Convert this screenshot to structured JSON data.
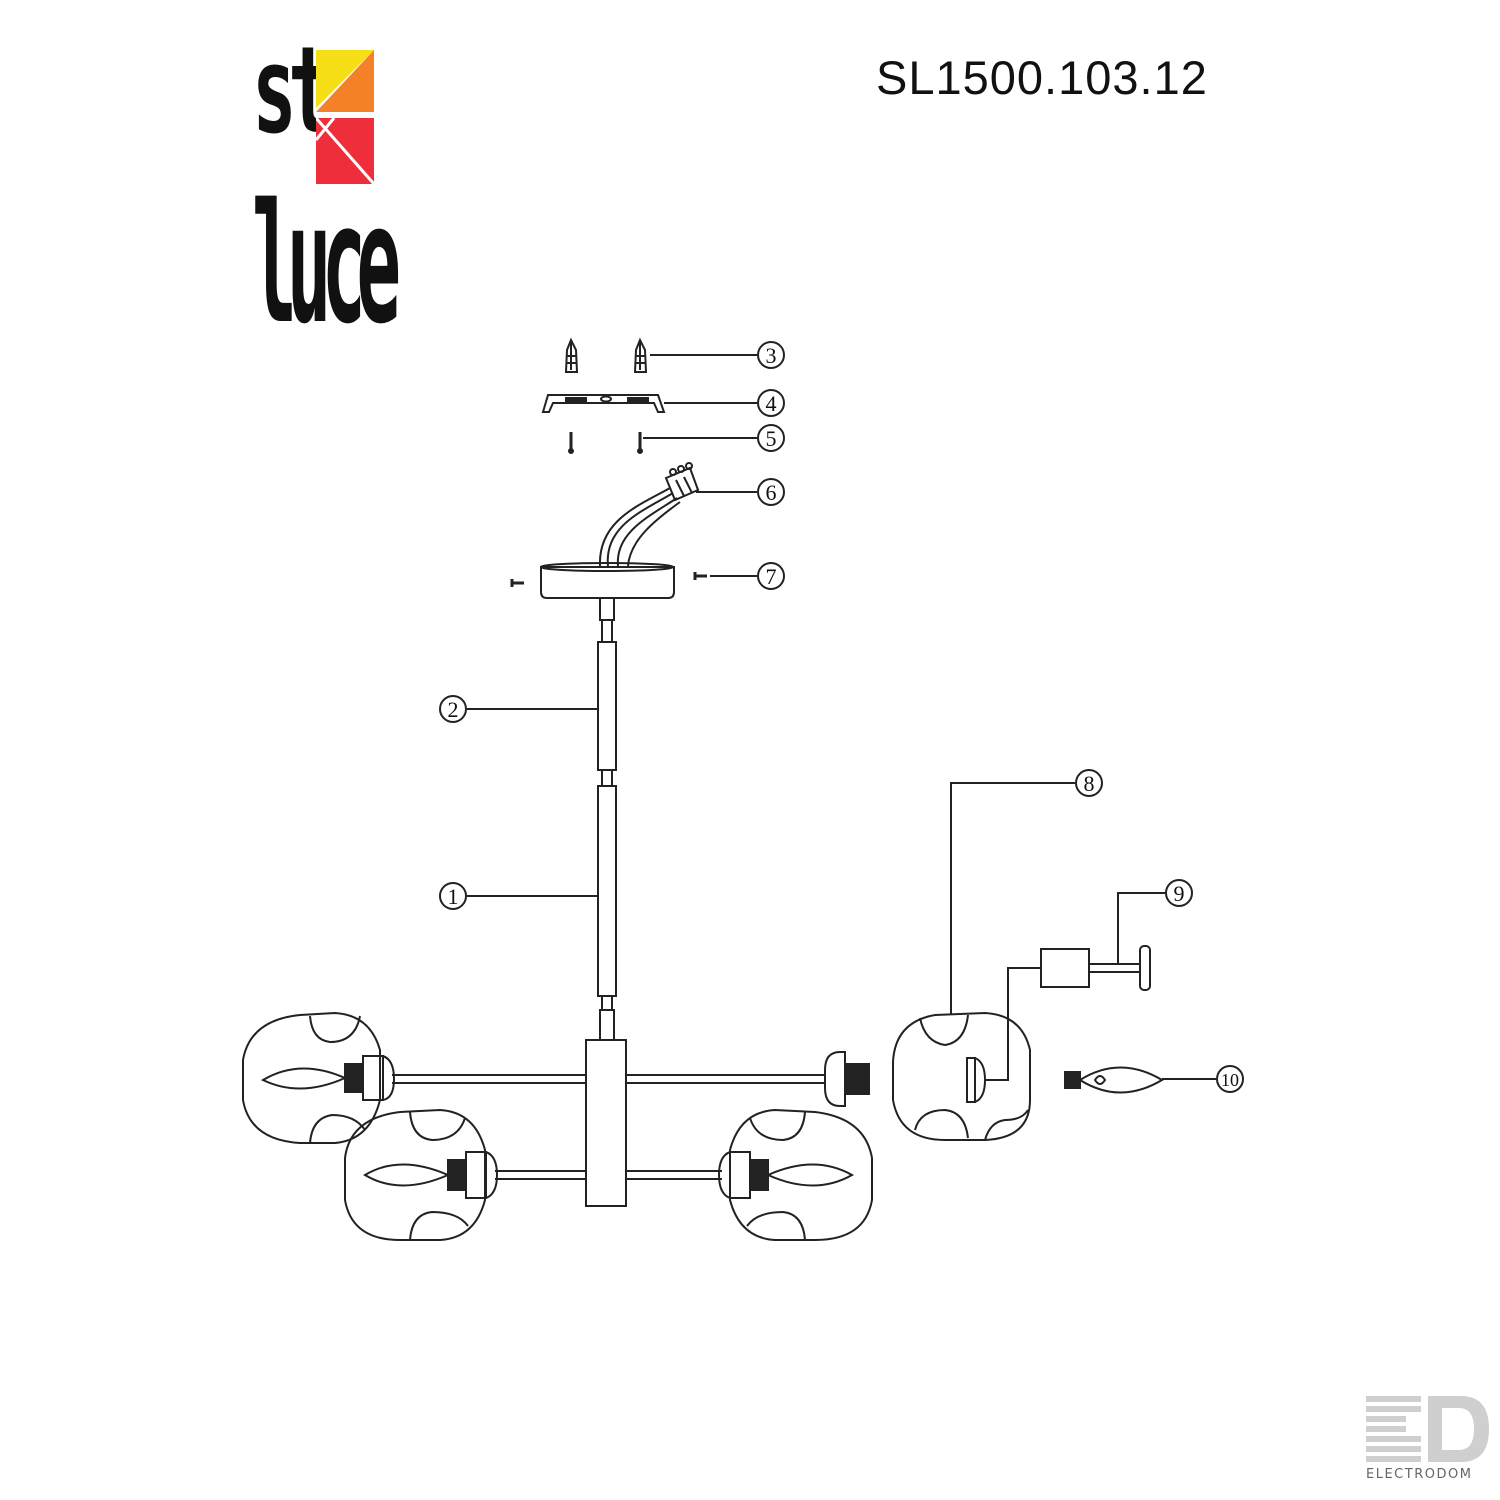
{
  "brand": {
    "name_top": "st",
    "name_bottom": "luce",
    "colors": {
      "yellow": "#f6df17",
      "orange": "#f48128",
      "red": "#ee2e3a",
      "deep_red": "#e0182b"
    }
  },
  "model_code": "SL1500.103.12",
  "callouts": [
    {
      "id": "callout-3",
      "label": "3",
      "part": "wall plugs"
    },
    {
      "id": "callout-4",
      "label": "4",
      "part": "mounting bracket"
    },
    {
      "id": "callout-5",
      "label": "5",
      "part": "screws"
    },
    {
      "id": "callout-6",
      "label": "6",
      "part": "terminal block"
    },
    {
      "id": "callout-7",
      "label": "7",
      "part": "canopy screws"
    },
    {
      "id": "callout-2",
      "label": "2",
      "part": "upper rod"
    },
    {
      "id": "callout-1",
      "label": "1",
      "part": "lower rod"
    },
    {
      "id": "callout-8",
      "label": "8",
      "part": "glass shade"
    },
    {
      "id": "callout-9",
      "label": "9",
      "part": "lamp holder"
    },
    {
      "id": "callout-10",
      "label": "10",
      "part": "bulb"
    }
  ],
  "watermark": {
    "caption": "ELECTRODOM",
    "mark": "ED"
  }
}
